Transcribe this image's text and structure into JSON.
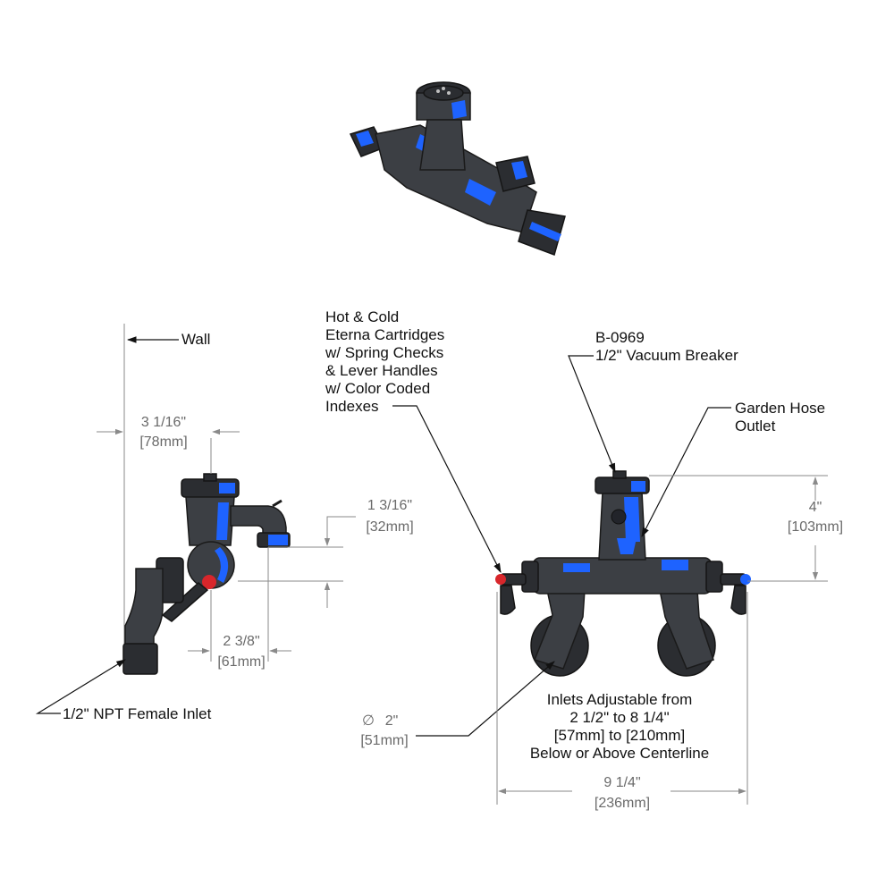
{
  "labels": {
    "wall": "Wall",
    "cartridges": [
      "Hot & Cold",
      "Eterna Cartridges",
      "w/ Spring Checks",
      "& Lever Handles",
      "w/ Color Coded",
      "Indexes"
    ],
    "breaker": [
      "B-0969",
      "1/2\" Vacuum Breaker"
    ],
    "hose_outlet": [
      "Garden Hose",
      "Outlet"
    ],
    "npt_inlet": "1/2\" NPT Female Inlet",
    "inlets_adjustable": [
      "Inlets Adjustable from",
      "2 1/2\" to 8 1/4\"",
      "[57mm] to [210mm]",
      "Below or Above Centerline"
    ]
  },
  "dimensions": {
    "wall_depth": {
      "in": "3 1/16\"",
      "mm": "[78mm]"
    },
    "outlet_rise": {
      "in": "1 3/16\"",
      "mm": "[32mm]"
    },
    "outlet_offset": {
      "in": "2 3/8\"",
      "mm": "[61mm]"
    },
    "height": {
      "in": "4\"",
      "mm": "[103mm]"
    },
    "flange_dia": {
      "in": "2\"",
      "mm": "[51mm]",
      "symbol": "∅"
    },
    "width": {
      "in": "9 1/4\"",
      "mm": "[236mm]"
    }
  },
  "colors": {
    "accent": "#1e63ff",
    "hot_index": "#d8262b",
    "body": "#3c3f44"
  }
}
